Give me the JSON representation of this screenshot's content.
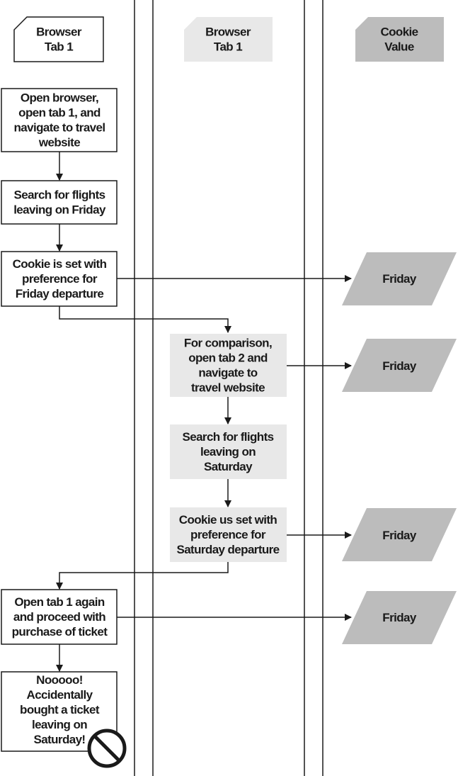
{
  "lanes": [
    {
      "id": "browser-tab-1-left",
      "title": [
        "Browser",
        "Tab 1"
      ]
    },
    {
      "id": "browser-tab-1-middle",
      "title": [
        "Browser",
        "Tab 1"
      ]
    },
    {
      "id": "cookie-value",
      "title": [
        "Cookie",
        "Value"
      ]
    }
  ],
  "steps": [
    {
      "id": "open-tab-1",
      "lane": "browser-tab-1-left",
      "lines": [
        "Open browser,",
        "open tab 1, and",
        "navigate to travel",
        "website"
      ]
    },
    {
      "id": "search-friday",
      "lane": "browser-tab-1-left",
      "lines": [
        "Search for flights",
        "leaving on Friday"
      ]
    },
    {
      "id": "cookie-friday",
      "lane": "browser-tab-1-left",
      "lines": [
        "Cookie is set with",
        "preference for",
        "Friday departure"
      ]
    },
    {
      "id": "open-tab-2",
      "lane": "browser-tab-1-middle",
      "lines": [
        "For comparison,",
        "open tab 2 and",
        "navigate to",
        "travel website"
      ]
    },
    {
      "id": "search-saturday",
      "lane": "browser-tab-1-middle",
      "lines": [
        "Search for flights",
        "leaving on",
        "Saturday"
      ]
    },
    {
      "id": "cookie-saturday",
      "lane": "browser-tab-1-middle",
      "lines": [
        "Cookie us set with",
        "preference for",
        "Saturday departure"
      ]
    },
    {
      "id": "purchase",
      "lane": "browser-tab-1-left",
      "lines": [
        "Open tab 1 again",
        "and proceed with",
        "purchase of ticket"
      ]
    },
    {
      "id": "oops",
      "lane": "browser-tab-1-left",
      "lines": [
        "Nooooo!",
        "Accidentally",
        "bought a ticket",
        "leaving on",
        "Saturday!"
      ]
    }
  ],
  "cookie_values": [
    {
      "id": "cv-1",
      "from": "cookie-friday",
      "label": "Friday"
    },
    {
      "id": "cv-2",
      "from": "open-tab-2",
      "label": "Friday"
    },
    {
      "id": "cv-3",
      "from": "cookie-saturday",
      "label": "Friday"
    },
    {
      "id": "cv-4",
      "from": "purchase",
      "label": "Friday"
    }
  ],
  "icons": [
    {
      "id": "oops-icon",
      "name": "prohibited-icon"
    }
  ],
  "colors": {
    "tab1_fill": "#ffffff",
    "tab2_fill": "#e8e8e8",
    "cookie_fill": "#bcbcbc",
    "ink": "#1a1a1a"
  }
}
